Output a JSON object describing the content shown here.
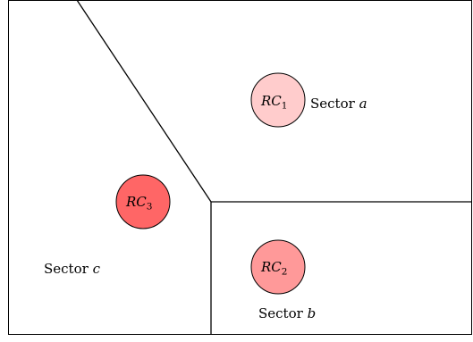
{
  "sectors": [
    {
      "id": "a",
      "label_prefix": "Sector ",
      "label_var": "a"
    },
    {
      "id": "b",
      "label_prefix": "Sector ",
      "label_var": "b"
    },
    {
      "id": "c",
      "label_prefix": "Sector ",
      "label_var": "c"
    }
  ],
  "nodes": [
    {
      "id": "rc1",
      "label_main": "RC",
      "label_sub": "1",
      "fill": "#ffcccc",
      "sector": "a"
    },
    {
      "id": "rc2",
      "label_main": "RC",
      "label_sub": "2",
      "fill": "#ff9999",
      "sector": "b"
    },
    {
      "id": "rc3",
      "label_main": "RC",
      "label_sub": "3",
      "fill": "#ff6666",
      "sector": "c"
    }
  ],
  "colors": {
    "line": "#000000",
    "background": "#ffffff"
  }
}
